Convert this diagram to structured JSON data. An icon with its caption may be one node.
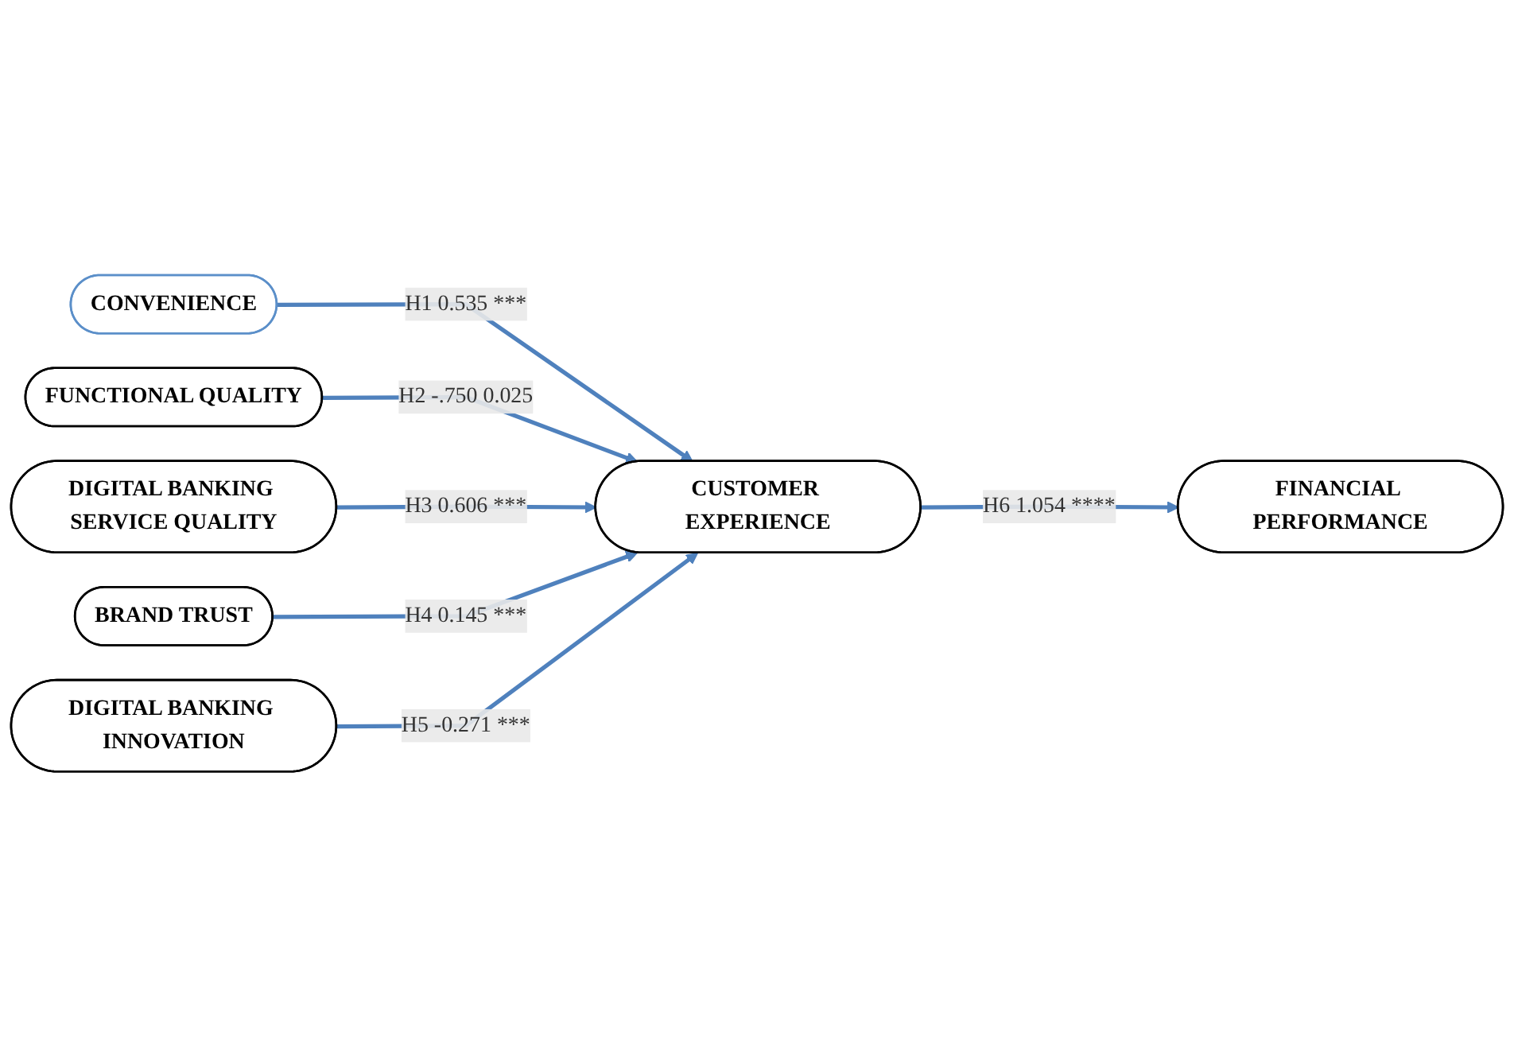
{
  "diagram": {
    "nodes": [
      {
        "text": [
          "CONVENIENCE"
        ]
      },
      {
        "text": [
          "FUNCTIONAL QUALITY"
        ]
      },
      {
        "text": [
          "DIGITAL BANKING SERVICE QUALITY"
        ]
      },
      {
        "text": [
          "BRAND TRUST"
        ]
      },
      {
        "text": [
          "DIGITAL BANKING INNOVATION"
        ]
      },
      {
        "text": [
          "CUSTOMER EXPERIENCE"
        ]
      },
      {
        "text": [
          "FINANCIAL PERFORMANCE"
        ]
      }
    ],
    "edges": [
      {
        "from": 0,
        "to": 5,
        "arrow": "to",
        "label": "H1 0.535 ***"
      },
      {
        "from": 1,
        "to": 5,
        "arrow": "to",
        "label": "H2 -.750 0.025"
      },
      {
        "from": 2,
        "to": 5,
        "arrow": "to",
        "label": "H3 0.606 ***"
      },
      {
        "from": 3,
        "to": 5,
        "arrow": "to",
        "label": "H4 0.145 ***"
      },
      {
        "from": 4,
        "to": 5,
        "arrow": "to",
        "label": "H5 -0.271 ***"
      },
      {
        "from": 5,
        "to": 6,
        "arrow": "to",
        "label": "H6 1.054 ****"
      }
    ]
  }
}
